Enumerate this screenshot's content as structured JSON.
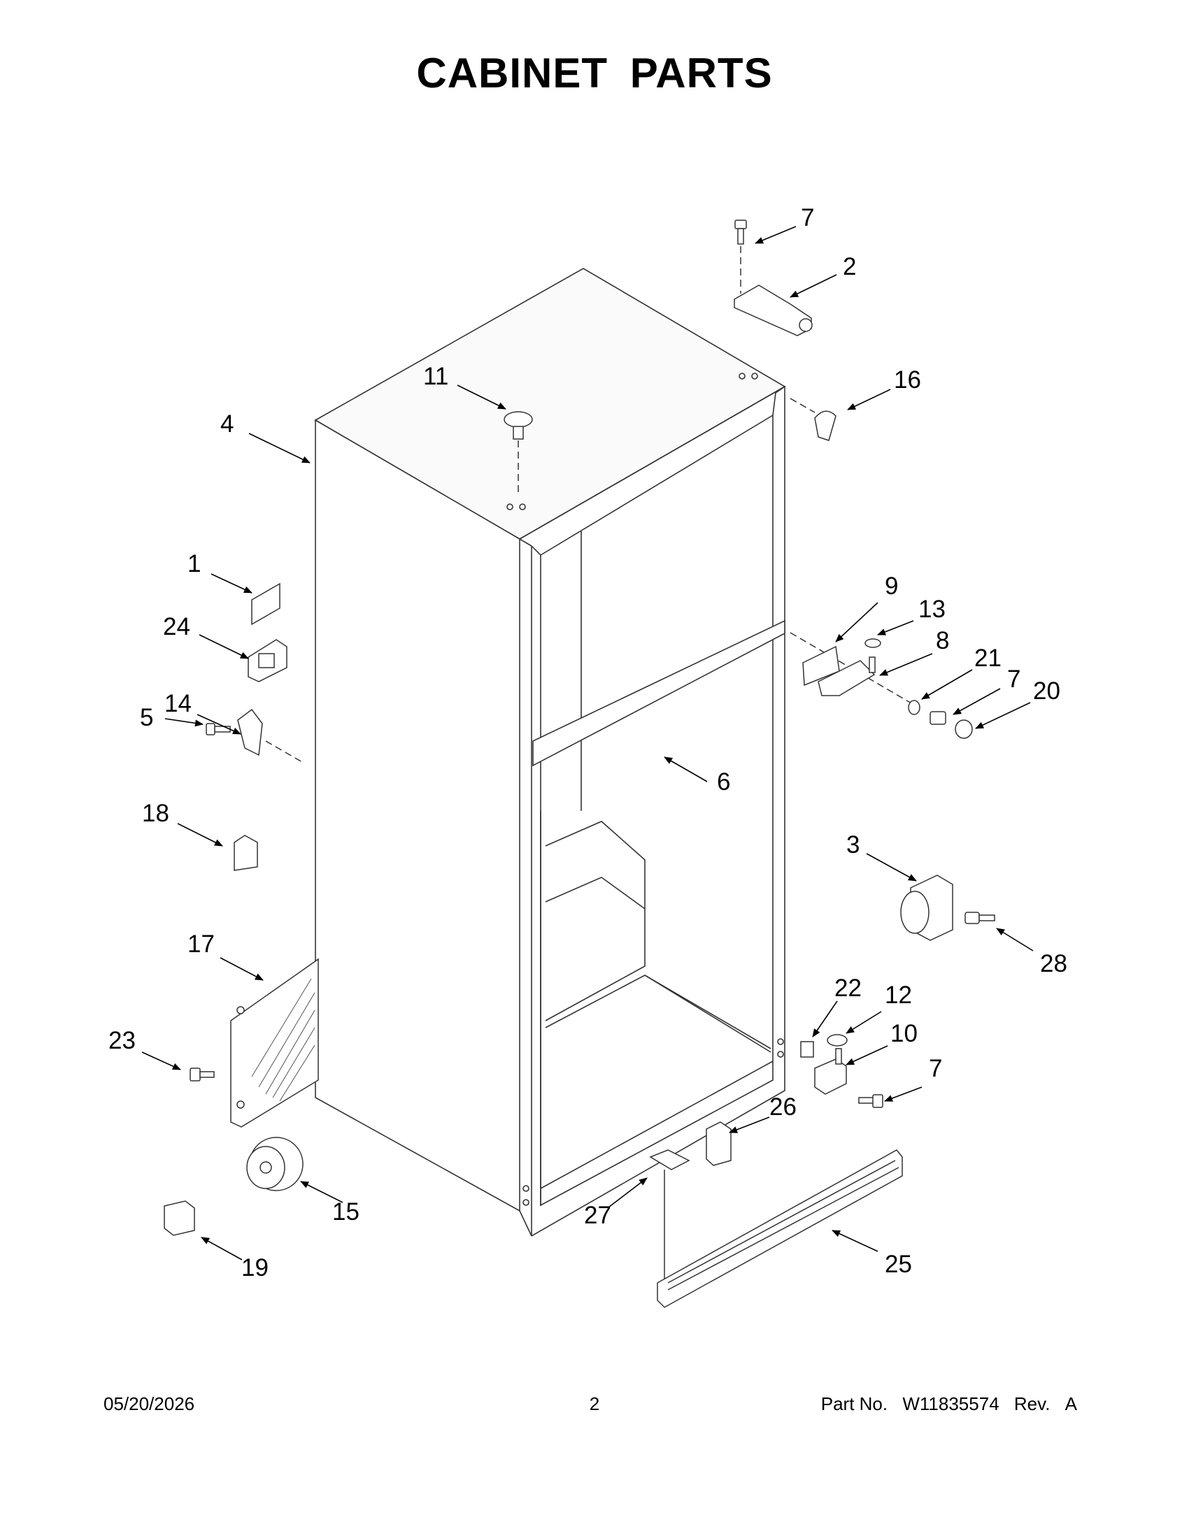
{
  "page": {
    "title": "CABINET PARTS",
    "footer": {
      "date": "05/20/2026",
      "page_number": "2",
      "part_no_label": "Part No.",
      "part_no": "W11835574",
      "rev_label": "Rev.",
      "rev": "A"
    }
  },
  "callouts": [
    {
      "id": "c7a",
      "label": "7"
    },
    {
      "id": "c2",
      "label": "2"
    },
    {
      "id": "c11",
      "label": "11"
    },
    {
      "id": "c16",
      "label": "16"
    },
    {
      "id": "c4",
      "label": "4"
    },
    {
      "id": "c1",
      "label": "1"
    },
    {
      "id": "c24",
      "label": "24"
    },
    {
      "id": "c5",
      "label": "5"
    },
    {
      "id": "c14",
      "label": "14"
    },
    {
      "id": "c9",
      "label": "9"
    },
    {
      "id": "c13",
      "label": "13"
    },
    {
      "id": "c8",
      "label": "8"
    },
    {
      "id": "c21",
      "label": "21"
    },
    {
      "id": "c7b",
      "label": "7"
    },
    {
      "id": "c20",
      "label": "20"
    },
    {
      "id": "c6",
      "label": "6"
    },
    {
      "id": "c18",
      "label": "18"
    },
    {
      "id": "c3",
      "label": "3"
    },
    {
      "id": "c28",
      "label": "28"
    },
    {
      "id": "c17",
      "label": "17"
    },
    {
      "id": "c22",
      "label": "22"
    },
    {
      "id": "c12",
      "label": "12"
    },
    {
      "id": "c10",
      "label": "10"
    },
    {
      "id": "c7c",
      "label": "7"
    },
    {
      "id": "c23",
      "label": "23"
    },
    {
      "id": "c26",
      "label": "26"
    },
    {
      "id": "c15",
      "label": "15"
    },
    {
      "id": "c27",
      "label": "27"
    },
    {
      "id": "c25",
      "label": "25"
    },
    {
      "id": "c19",
      "label": "19"
    }
  ]
}
